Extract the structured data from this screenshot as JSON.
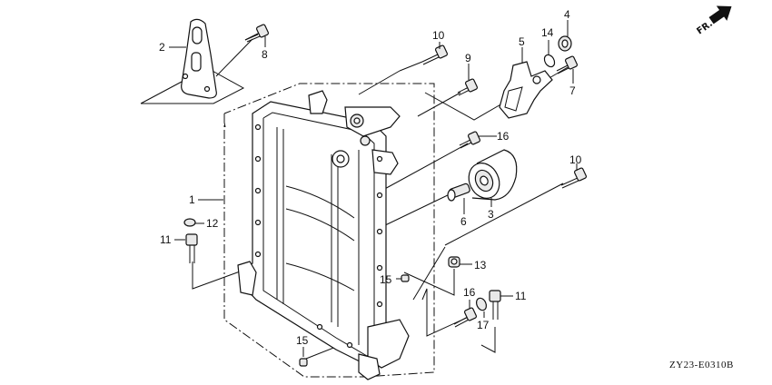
{
  "diagram": {
    "type": "exploded-parts-diagram",
    "reference_code": "ZY23-E0310B",
    "orientation_marker": {
      "label": "FR.",
      "icon": "front-direction-arrow-icon"
    },
    "callouts": [
      {
        "id": "c1",
        "label": "1",
        "part": "main-housing"
      },
      {
        "id": "c2",
        "label": "2",
        "part": "bracket-plate"
      },
      {
        "id": "c3",
        "label": "3",
        "part": "oil-filter"
      },
      {
        "id": "c4",
        "label": "4",
        "part": "cap"
      },
      {
        "id": "c5",
        "label": "5",
        "part": "elbow-bracket"
      },
      {
        "id": "c6",
        "label": "6",
        "part": "nipple-fitting"
      },
      {
        "id": "c7",
        "label": "7",
        "part": "bolt"
      },
      {
        "id": "c8",
        "label": "8",
        "part": "bolt"
      },
      {
        "id": "c9",
        "label": "9",
        "part": "bolt"
      },
      {
        "id": "c10a",
        "label": "10",
        "part": "bolt"
      },
      {
        "id": "c10b",
        "label": "10",
        "part": "bolt"
      },
      {
        "id": "c11a",
        "label": "11",
        "part": "bolt"
      },
      {
        "id": "c11b",
        "label": "11",
        "part": "bolt"
      },
      {
        "id": "c12",
        "label": "12",
        "part": "cap"
      },
      {
        "id": "c13",
        "label": "13",
        "part": "nut"
      },
      {
        "id": "c14",
        "label": "14",
        "part": "washer"
      },
      {
        "id": "c15a",
        "label": "15",
        "part": "dowel-pin"
      },
      {
        "id": "c15b",
        "label": "15",
        "part": "dowel-pin"
      },
      {
        "id": "c16a",
        "label": "16",
        "part": "bolt"
      },
      {
        "id": "c16b",
        "label": "16",
        "part": "bolt"
      },
      {
        "id": "c17",
        "label": "17",
        "part": "washer"
      }
    ]
  }
}
